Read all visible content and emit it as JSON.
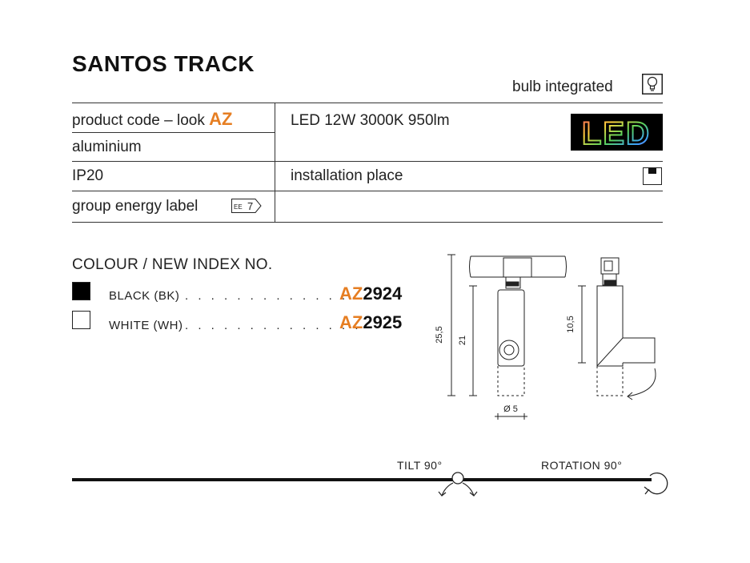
{
  "title": "SANTOS TRACK",
  "bulb_label": "bulb integrated",
  "spec": {
    "product_code_label": "product code – look",
    "product_code_brand": "AZ",
    "material": "aluminium",
    "ip_rating": "IP20",
    "energy_label": "group energy label",
    "energy_badge_prefix": "EE",
    "energy_badge_number": "7",
    "led_spec": "LED 12W 3000K 950lm",
    "led_logo": "LED",
    "installation_place": "installation place"
  },
  "colour": {
    "heading": "COLOUR / NEW INDEX NO.",
    "options": [
      {
        "label": "BLACK (BK)",
        "dots": ". . . . . . . . . . . . . .",
        "prefix": "AZ",
        "number": "2924",
        "swatch": "#000000"
      },
      {
        "label": "WHITE (WH)",
        "dots": ". . . . . . . . . . . . . .",
        "prefix": "AZ",
        "number": "2925",
        "swatch": "#ffffff"
      }
    ]
  },
  "dimensions": {
    "total_height": "25,5",
    "body_height": "21",
    "diameter": "Ø 5",
    "side_height": "10,5"
  },
  "motion": {
    "tilt": "TILT 90°",
    "rotation": "ROTATION 90°"
  },
  "colors": {
    "accent": "#e67e22",
    "text": "#222222"
  }
}
